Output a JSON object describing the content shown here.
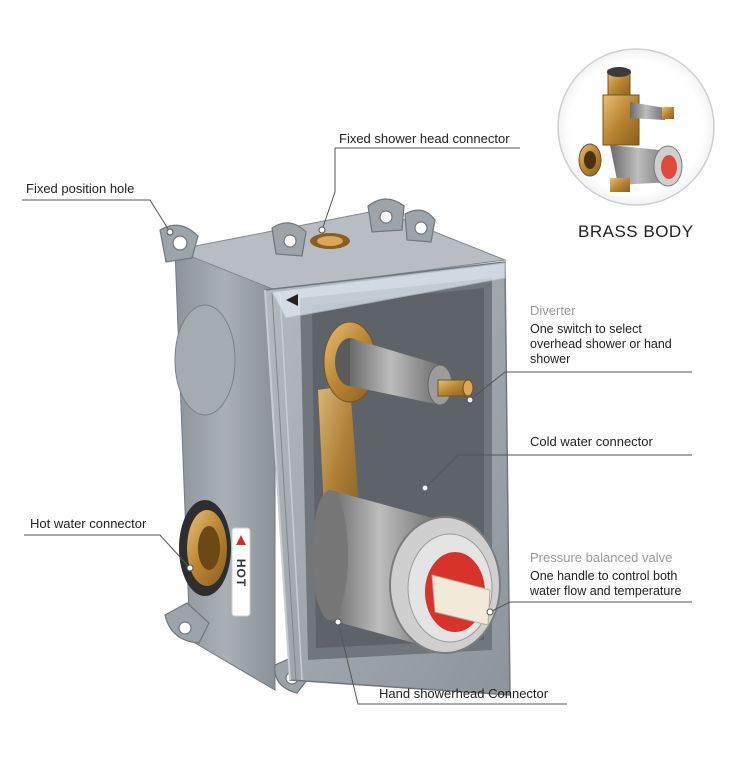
{
  "labels": {
    "fixed_shower_head_connector": "Fixed shower head connector",
    "fixed_position_hole": "Fixed position hole",
    "diverter_title": "Diverter",
    "diverter_desc_1": "One switch to select",
    "diverter_desc_2": "overhead shower or hand",
    "diverter_desc_3": "shower",
    "cold_water_connector": "Cold water connector",
    "hot_water_connector": "Hot water connector",
    "pressure_valve_title": "Pressure balanced valve",
    "pressure_valve_desc_1": "One handle to control both",
    "pressure_valve_desc_2": "water flow and temperature",
    "hand_showerhead_connector": "Hand showerhead Connector"
  },
  "inset": {
    "caption": "BRASS BODY"
  },
  "product": {
    "hot_sticker": "HOT"
  },
  "colors": {
    "housing": "#9aa1a8",
    "housing_dark": "#7d848b",
    "brass": "#c99a4a",
    "chrome": "#8f8f8f",
    "hot_arrow": "#d0302a",
    "leader_line": "#555555"
  }
}
